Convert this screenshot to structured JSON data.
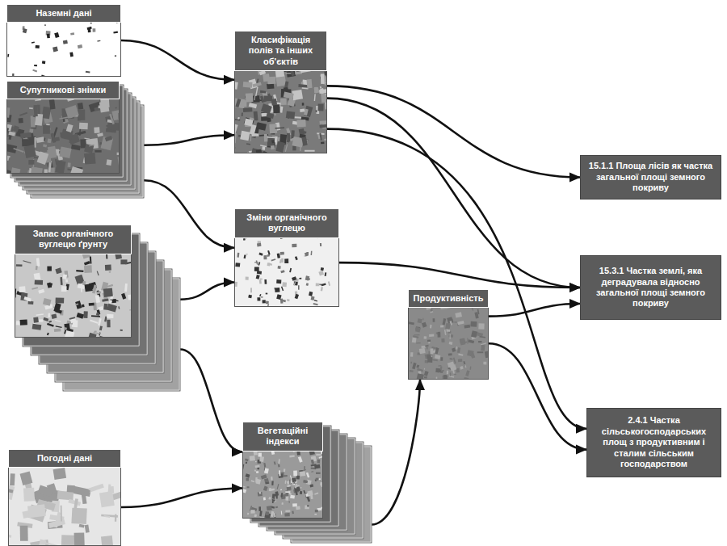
{
  "diagram": {
    "nodes": [
      {
        "text": [
          "Наземні дані"
        ]
      },
      {
        "text": [
          "Супутникові знімки"
        ]
      },
      {
        "text": [
          "Класифікація полів та інших об'єктів"
        ]
      },
      {
        "text": [
          "Зміни органічного вуглецю"
        ]
      },
      {
        "text": [
          "15.1.1 Площа лісів як частка загальної площі земного покриву"
        ]
      },
      {
        "text": [
          "Запас органічного вуглецю ґрунту"
        ]
      },
      {
        "text": [
          "15.3.1 Частка землі, яка деградувала відносно загальної площі земного покриву"
        ]
      },
      {
        "text": [
          "Продуктивність"
        ]
      },
      {
        "text": [
          "Вегетаційні індекси"
        ]
      },
      {
        "text": [
          "2.4.1 Частка сільськогосподарських площ з продуктивним і сталим сільським господарством"
        ]
      },
      {
        "text": [
          "Погодні дані"
        ]
      }
    ],
    "edges": [
      {
        "from": 0,
        "to": 2,
        "arrow": "to"
      },
      {
        "from": 1,
        "to": 2,
        "arrow": "to"
      },
      {
        "from": 1,
        "to": 3,
        "arrow": "to"
      },
      {
        "from": 5,
        "to": 3,
        "arrow": "to"
      },
      {
        "from": 5,
        "to": 8,
        "arrow": "to"
      },
      {
        "from": 10,
        "to": 8,
        "arrow": "to"
      },
      {
        "from": 8,
        "to": 7,
        "arrow": "to"
      },
      {
        "from": 2,
        "to": 4,
        "arrow": "to"
      },
      {
        "from": 2,
        "to": 6,
        "arrow": "to"
      },
      {
        "from": 2,
        "to": 9,
        "arrow": "to"
      },
      {
        "from": 3,
        "to": 6,
        "arrow": "to"
      },
      {
        "from": 7,
        "to": 6,
        "arrow": "to"
      },
      {
        "from": 7,
        "to": 9,
        "arrow": "to"
      }
    ]
  }
}
